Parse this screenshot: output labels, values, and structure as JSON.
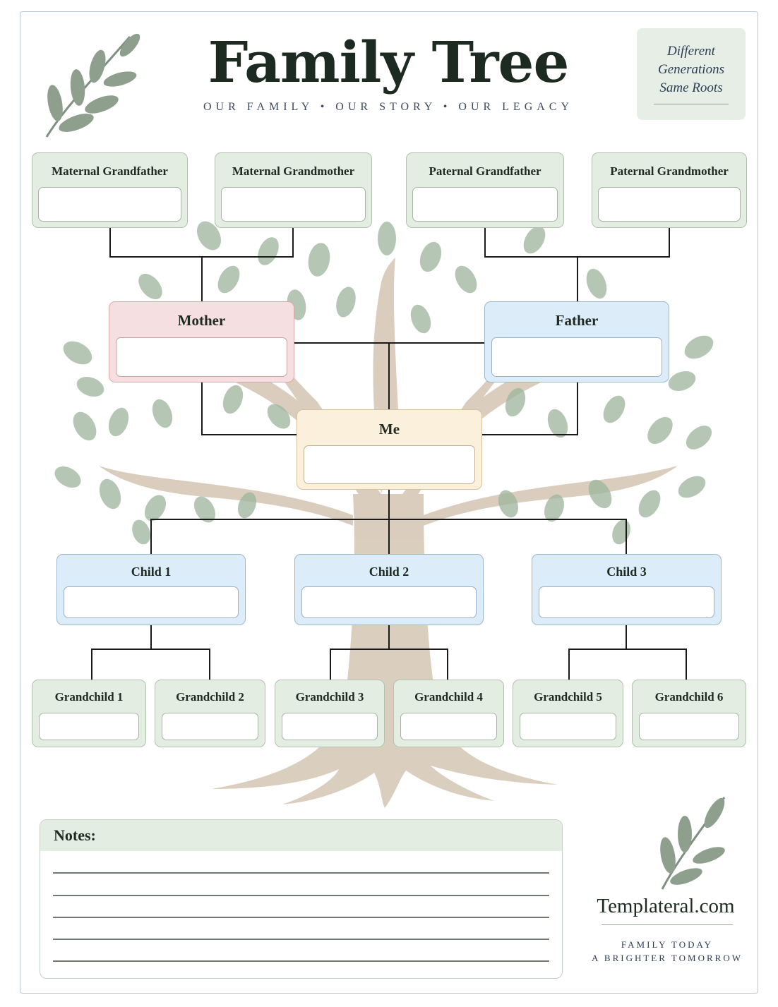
{
  "header": {
    "title": "Family Tree",
    "subtitle": "OUR FAMILY  •  OUR STORY  •  OUR LEGACY"
  },
  "badge": {
    "line1": "Different",
    "line2": "Generations",
    "line3": "Same Roots"
  },
  "grandparents": [
    {
      "label": "Maternal Grandfather",
      "value": ""
    },
    {
      "label": "Maternal Grandmother",
      "value": ""
    },
    {
      "label": "Paternal Grandfather",
      "value": ""
    },
    {
      "label": "Paternal Grandmother",
      "value": ""
    }
  ],
  "parents": [
    {
      "label": "Mother",
      "value": ""
    },
    {
      "label": "Father",
      "value": ""
    }
  ],
  "me": {
    "label": "Me",
    "value": ""
  },
  "children": [
    {
      "label": "Child 1",
      "value": ""
    },
    {
      "label": "Child 2",
      "value": ""
    },
    {
      "label": "Child 3",
      "value": ""
    }
  ],
  "grandchildren": [
    {
      "label": "Grandchild 1",
      "value": ""
    },
    {
      "label": "Grandchild 2",
      "value": ""
    },
    {
      "label": "Grandchild 3",
      "value": ""
    },
    {
      "label": "Grandchild 4",
      "value": ""
    },
    {
      "label": "Grandchild 5",
      "value": ""
    },
    {
      "label": "Grandchild 6",
      "value": ""
    }
  ],
  "notes": {
    "label": "Notes:",
    "lines": [
      "",
      "",
      "",
      "",
      ""
    ]
  },
  "footer": {
    "brand": "Templateral.com",
    "tagline1": "FAMILY TODAY",
    "tagline2": "A BRIGHTER TOMORROW"
  },
  "colors": {
    "leaf": "#9bb39a",
    "trunk": "#cdbca8",
    "box_green": "#e3ede1",
    "box_pink": "#f6dfe0",
    "box_blue": "#dcecf9",
    "box_cream": "#fbf0dc",
    "connector": "#1a1a1a"
  },
  "icons": [
    "leaf-sprig-icon",
    "tree-illustration"
  ]
}
